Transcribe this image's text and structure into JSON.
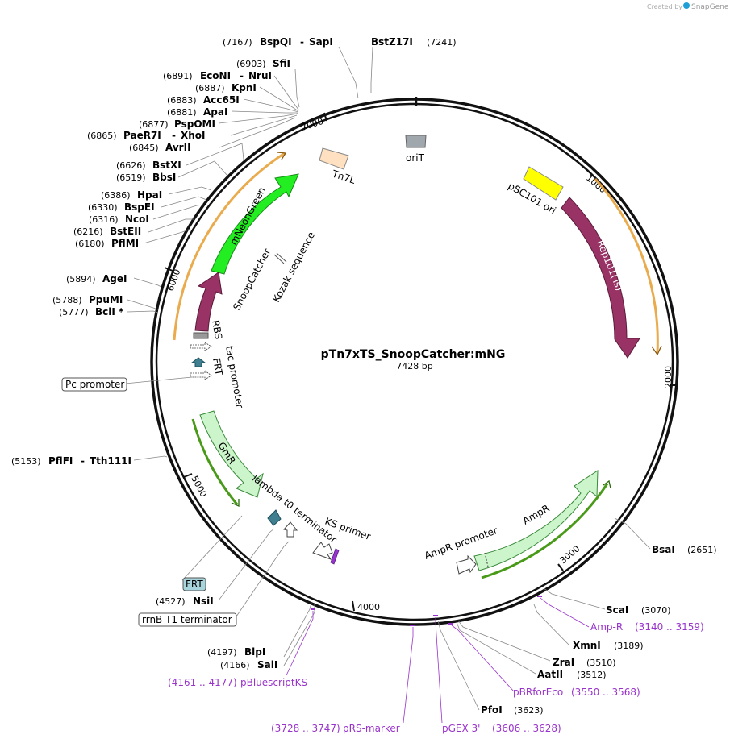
{
  "header": {
    "created_by": "Created by",
    "app": "SnapGene"
  },
  "plasmid": {
    "name": "pTn7xTS_SnoopCatcher:mNG",
    "length": "7428 bp"
  },
  "ticks": [
    "1000",
    "2000",
    "3000",
    "4000",
    "5000",
    "6000",
    "7000"
  ],
  "enzymes": {
    "e7167": {
      "pos": "(7167)",
      "name": "BspQI",
      "sep": "-",
      "name2": "SapI"
    },
    "e7241": {
      "pos": "(7241)",
      "name": "BstZ17I"
    },
    "e6903": {
      "pos": "(6903)",
      "name": "SfiI"
    },
    "e6891": {
      "pos": "(6891)",
      "name": "EcoNI",
      "sep": "-",
      "name2": "NruI"
    },
    "e6887": {
      "pos": "(6887)",
      "name": "KpnI"
    },
    "e6883": {
      "pos": "(6883)",
      "name": "Acc65I"
    },
    "e6881": {
      "pos": "(6881)",
      "name": "ApaI"
    },
    "e6877": {
      "pos": "(6877)",
      "name": "PspOMI"
    },
    "e6865": {
      "pos": "(6865)",
      "name": "PaeR7I",
      "sep": "-",
      "name2": "XhoI"
    },
    "e6845": {
      "pos": "(6845)",
      "name": "AvrII"
    },
    "e6626": {
      "pos": "(6626)",
      "name": "BstXI"
    },
    "e6519": {
      "pos": "(6519)",
      "name": "BbsI"
    },
    "e6386": {
      "pos": "(6386)",
      "name": "HpaI"
    },
    "e6330": {
      "pos": "(6330)",
      "name": "BspEI"
    },
    "e6316": {
      "pos": "(6316)",
      "name": "NcoI"
    },
    "e6216": {
      "pos": "(6216)",
      "name": "BstEII"
    },
    "e6180": {
      "pos": "(6180)",
      "name": "PflMI"
    },
    "e5894": {
      "pos": "(5894)",
      "name": "AgeI"
    },
    "e5788": {
      "pos": "(5788)",
      "name": "PpuMI"
    },
    "e5777": {
      "pos": "(5777)",
      "name": "BclI *"
    },
    "e5153": {
      "pos": "(5153)",
      "name": "PflFI",
      "sep": "-",
      "name2": "Tth111I"
    },
    "e4527": {
      "pos": "(4527)",
      "name": "NsiI"
    },
    "e4197": {
      "pos": "(4197)",
      "name": "BlpI"
    },
    "e4166": {
      "pos": "(4166)",
      "name": "SalI"
    },
    "e2651": {
      "pos": "(2651)",
      "name": "BsaI"
    },
    "e3070": {
      "pos": "(3070)",
      "name": "ScaI"
    },
    "e3189": {
      "pos": "(3189)",
      "name": "XmnI"
    },
    "e3510": {
      "pos": "(3510)",
      "name": "ZraI"
    },
    "e3512": {
      "pos": "(3512)",
      "name": "AatII"
    },
    "e3623": {
      "pos": "(3623)",
      "name": "PfoI"
    }
  },
  "primers": {
    "ampr": {
      "name": "Amp-R",
      "range": "(3140 .. 3159)"
    },
    "pbr": {
      "name": "pBRforEco",
      "range": "(3550 .. 3568)"
    },
    "pgex": {
      "name": "pGEX 3'",
      "range": "(3606 .. 3628)"
    },
    "prs": {
      "name": "pRS-marker",
      "range": "(3728 .. 3747)"
    },
    "pbs": {
      "name": "pBluescriptKS",
      "range": "(4161 .. 4177)"
    }
  },
  "features": {
    "orit": "oriT",
    "tn7l": "Tn7L",
    "psc101": "pSC101 ori",
    "rep101": "Rep101(Ts)",
    "mneon": "mNeonGreen",
    "snoop": "SnoopCatcher",
    "kozak": "Kozak sequence",
    "rbs": "RBS",
    "tac": "tac promoter",
    "frt": "FRT",
    "pc": "Pc promoter",
    "gmr": "GmR",
    "lambda": "lambda t0 terminator",
    "ks": "KS primer",
    "ampr": "AmpR",
    "amprp": "AmpR promoter",
    "frt2": "FRT",
    "rrnb": "rrnB T1 terminator"
  },
  "colors": {
    "backbone": "#111111",
    "mneon": "#22ee22",
    "rep101": "#993366",
    "snoop": "#993366",
    "ampr": "#ccf5cc",
    "gmr": "#ccf5cc",
    "psc101": "#ffff00",
    "tn7l": "#ffe0c0",
    "orit": "#a0a8ae",
    "frt": "#3f7f8f",
    "orange_arc": "#e8a23a",
    "green_arc": "#4a9a1a",
    "primer": "#9933cc",
    "snapgene": "#1ea0d6"
  }
}
